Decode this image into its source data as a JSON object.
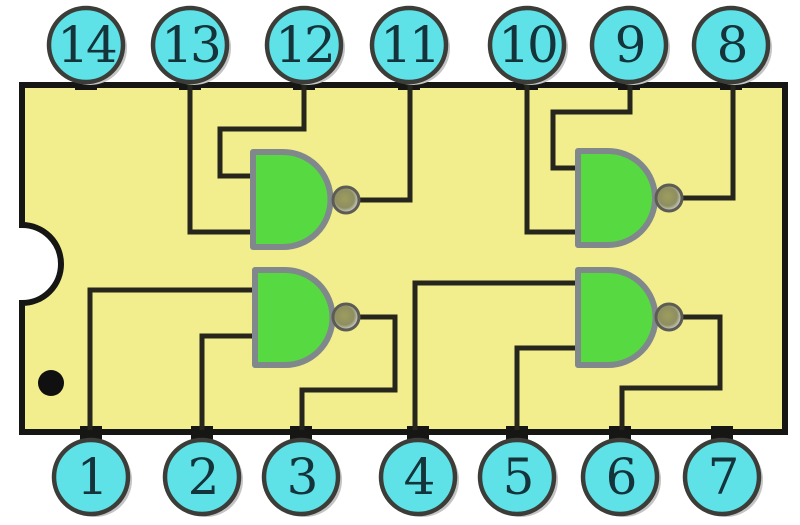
{
  "diagram": {
    "type": "ic-pinout-diagram",
    "pin_count": 14,
    "gate_symbol": "NAND",
    "top_pins": [
      {
        "label": "14"
      },
      {
        "label": "13"
      },
      {
        "label": "12"
      },
      {
        "label": "11"
      },
      {
        "label": "10"
      },
      {
        "label": "9"
      },
      {
        "label": "8"
      }
    ],
    "bottom_pins": [
      {
        "label": "1"
      },
      {
        "label": "2"
      },
      {
        "label": "3"
      },
      {
        "label": "4"
      },
      {
        "label": "5"
      },
      {
        "label": "6"
      },
      {
        "label": "7"
      }
    ],
    "gates": [
      {
        "id": "upper-left",
        "type": "NAND",
        "input_pins": [
          "12",
          "13"
        ],
        "output_pin": "11"
      },
      {
        "id": "upper-right",
        "type": "NAND",
        "input_pins": [
          "9",
          "10"
        ],
        "output_pin": "8"
      },
      {
        "id": "lower-left",
        "type": "NAND",
        "input_pins": [
          "1",
          "2"
        ],
        "output_pin": "3"
      },
      {
        "id": "lower-right",
        "type": "NAND",
        "input_pins": [
          "4",
          "5"
        ],
        "output_pin": "6"
      }
    ],
    "markers": {
      "orientation_notch": "semicircular notch on left edge",
      "pin1_dot": "black dot near pin 1"
    },
    "colors": {
      "background": "#ffffff",
      "chip_body": "#f2ee8d",
      "chip_border": "#161614",
      "pin_fill": "#5fe2e7",
      "pin_border": "#3c3c38",
      "pin_text": "#14333a",
      "gate_fill": "#57da41",
      "gate_outline": "#80888c",
      "wire": "#26261c"
    }
  }
}
